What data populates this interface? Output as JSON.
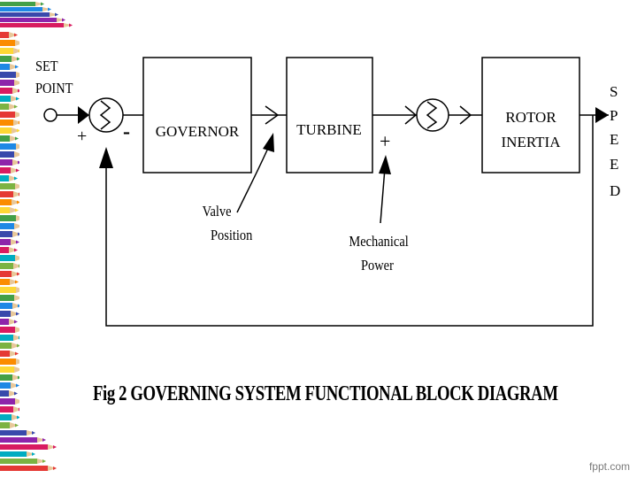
{
  "diagram": {
    "set_point_label": [
      "SET",
      "POINT"
    ],
    "governor_label": "GOVERNOR",
    "turbine_label": "TURBINE",
    "rotor_label": [
      "ROTOR",
      "INERTIA"
    ],
    "speed_label": [
      "S",
      "P",
      "E",
      "E",
      "D"
    ],
    "valve_position_label": [
      "Valve",
      "Position"
    ],
    "mechanical_power_label": [
      "Mechanical",
      "Power"
    ],
    "summer1_plus_sign": "+",
    "summer1_minus_sign": "-",
    "summer2_plus_sign": "+"
  },
  "caption": "Fig 2 GOVERNING SYSTEM FUNCTIONAL BLOCK DIAGRAM",
  "watermark": "fppt.com",
  "colors": {
    "line": "#000000",
    "background": "#ffffff",
    "pencils": [
      "#e53935",
      "#fb8c00",
      "#fdd835",
      "#43a047",
      "#1e88e5",
      "#3949ab",
      "#8e24aa",
      "#d81b60",
      "#00acc1",
      "#7cb342"
    ]
  }
}
